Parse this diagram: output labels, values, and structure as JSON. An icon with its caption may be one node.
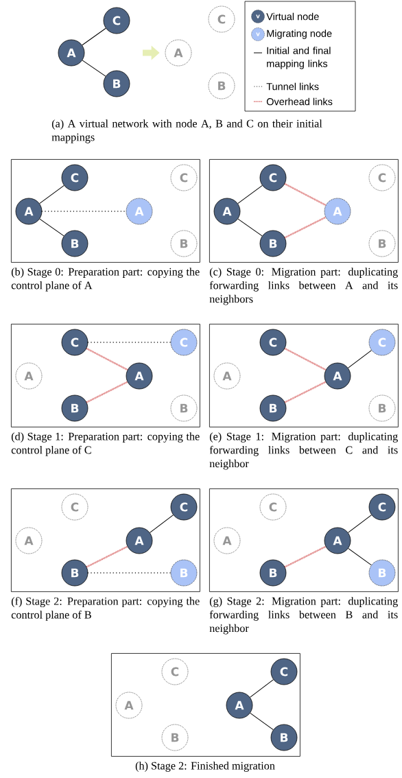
{
  "diagram": {
    "nodes": [
      {
        "text": [
          "C"
        ]
      },
      {
        "text": [
          "C"
        ]
      },
      {
        "text": [
          "A"
        ]
      },
      {
        "text": [
          "A"
        ]
      },
      {
        "text": [
          "B"
        ]
      },
      {
        "text": [
          "B"
        ]
      },
      {
        "text": [],
        "shape": "box",
        "beside": [
          "(b) Stage 0: Preparation part: copying the control plane of A"
        ]
      },
      {
        "text": [
          "C"
        ],
        "in": 6
      },
      {
        "text": [
          "C"
        ],
        "in": 6
      },
      {
        "text": [
          "A"
        ],
        "in": 6
      },
      {
        "text": [
          "A"
        ],
        "in": 6
      },
      {
        "text": [
          "B"
        ],
        "in": 6
      },
      {
        "text": [
          "B"
        ],
        "in": 6
      },
      {
        "text": [],
        "shape": "box",
        "beside": [
          "(c) Stage 0: Migration part: duplicating forwarding links between A and its neighbors"
        ]
      },
      {
        "text": [
          "C"
        ],
        "in": 13
      },
      {
        "text": [
          "C"
        ],
        "in": 13
      },
      {
        "text": [
          "A"
        ],
        "in": 13
      },
      {
        "text": [
          "A"
        ],
        "in": 13
      },
      {
        "text": [
          "B"
        ],
        "in": 13
      },
      {
        "text": [
          "B"
        ],
        "in": 13
      },
      {
        "text": [],
        "shape": "box",
        "beside": [
          "(d) Stage 1: Preparation part: copying the control plane of C"
        ]
      },
      {
        "text": [
          "C"
        ],
        "in": 20
      },
      {
        "text": [
          "C"
        ],
        "in": 20
      },
      {
        "text": [
          "A"
        ],
        "in": 20
      },
      {
        "text": [
          "A"
        ],
        "in": 20
      },
      {
        "text": [
          "B"
        ],
        "in": 20
      },
      {
        "text": [
          "B"
        ],
        "in": 20
      },
      {
        "text": [],
        "shape": "box",
        "beside": [
          "(e) Stage 1: Migration part: duplicating forwarding links between C and its neighbor"
        ]
      },
      {
        "text": [
          "C"
        ],
        "in": 27
      },
      {
        "text": [
          "C"
        ],
        "in": 27
      },
      {
        "text": [
          "A"
        ],
        "in": 27
      },
      {
        "text": [
          "A"
        ],
        "in": 27
      },
      {
        "text": [
          "B"
        ],
        "in": 27
      },
      {
        "text": [
          "B"
        ],
        "in": 27
      },
      {
        "text": [],
        "shape": "box",
        "beside": [
          "(f) Stage 2: Preparation part: copying the control plane of B"
        ]
      },
      {
        "text": [
          "C"
        ],
        "in": 34
      },
      {
        "text": [
          "C"
        ],
        "in": 34
      },
      {
        "text": [
          "A"
        ],
        "in": 34
      },
      {
        "text": [
          "A"
        ],
        "in": 34
      },
      {
        "text": [
          "B"
        ],
        "in": 34
      },
      {
        "text": [
          "B"
        ],
        "in": 34
      },
      {
        "text": [],
        "shape": "box",
        "beside": [
          "(g) Stage 2: Migration part: duplicating forwarding links between B and its neighbor"
        ]
      },
      {
        "text": [
          "C"
        ],
        "in": 41
      },
      {
        "text": [
          "C"
        ],
        "in": 41
      },
      {
        "text": [
          "A"
        ],
        "in": 41
      },
      {
        "text": [
          "A"
        ],
        "in": 41
      },
      {
        "text": [
          "B"
        ],
        "in": 41
      },
      {
        "text": [
          "B"
        ],
        "in": 41
      },
      {
        "text": [],
        "shape": "box",
        "beside": [
          "(h) Stage 2: Finished migration"
        ]
      },
      {
        "text": [
          "C"
        ],
        "in": 48
      },
      {
        "text": [
          "C"
        ],
        "in": 48
      },
      {
        "text": [
          "A"
        ],
        "in": 48
      },
      {
        "text": [
          "A"
        ],
        "in": 48
      },
      {
        "text": [
          "B"
        ],
        "in": 48
      },
      {
        "text": [
          "B"
        ],
        "in": 48
      }
    ],
    "edges": [
      {
        "from": 2,
        "to": 0,
        "arrow": "none"
      },
      {
        "from": 2,
        "to": 4,
        "arrow": "none"
      },
      {
        "from": null,
        "to": 3,
        "arrow": "to",
        "style": "thick",
        "color": "#e6eeb4"
      },
      {
        "from": 9,
        "to": 7,
        "arrow": "none"
      },
      {
        "from": 9,
        "to": 11,
        "arrow": "none"
      },
      {
        "from": 9,
        "to": 10,
        "arrow": "none",
        "style": "dashed"
      },
      {
        "from": 16,
        "to": 14,
        "arrow": "none"
      },
      {
        "from": 16,
        "to": 18,
        "arrow": "none"
      },
      {
        "from": 14,
        "to": 17,
        "arrow": "none",
        "style": "dashed",
        "color": "#d04848"
      },
      {
        "from": 18,
        "to": 17,
        "arrow": "none",
        "style": "dashed",
        "color": "#d04848"
      },
      {
        "from": 21,
        "to": 22,
        "arrow": "none",
        "style": "dashed"
      },
      {
        "from": 21,
        "to": 24,
        "arrow": "none",
        "style": "dashed",
        "color": "#d04848"
      },
      {
        "from": 25,
        "to": 24,
        "arrow": "none",
        "style": "dashed",
        "color": "#d04848"
      },
      {
        "from": 28,
        "to": 31,
        "arrow": "none",
        "style": "dashed",
        "color": "#d04848"
      },
      {
        "from": 32,
        "to": 31,
        "arrow": "none",
        "style": "dashed",
        "color": "#d04848"
      },
      {
        "from": 31,
        "to": 29,
        "arrow": "none"
      },
      {
        "from": 38,
        "to": 36,
        "arrow": "none"
      },
      {
        "from": 39,
        "to": 38,
        "arrow": "none",
        "style": "dashed",
        "color": "#d04848"
      },
      {
        "from": 39,
        "to": 40,
        "arrow": "none",
        "style": "dashed"
      },
      {
        "from": 45,
        "to": 43,
        "arrow": "none"
      },
      {
        "from": 46,
        "to": 45,
        "arrow": "none",
        "style": "dashed",
        "color": "#d04848"
      },
      {
        "from": 45,
        "to": 47,
        "arrow": "none"
      },
      {
        "from": 52,
        "to": 50,
        "arrow": "none"
      },
      {
        "from": 52,
        "to": 54,
        "arrow": "none"
      }
    ],
    "labels": [
      "v",
      "v",
      "(a) A virtual network with node A, B and C on their initial mappings"
    ],
    "legend": [
      {
        "text": "Virtual node"
      },
      {
        "text": "Migrating node"
      },
      {
        "text": "Initial and final mapping links"
      },
      {
        "text": "Tunnel links"
      },
      {
        "text": "Overhead links"
      }
    ]
  }
}
